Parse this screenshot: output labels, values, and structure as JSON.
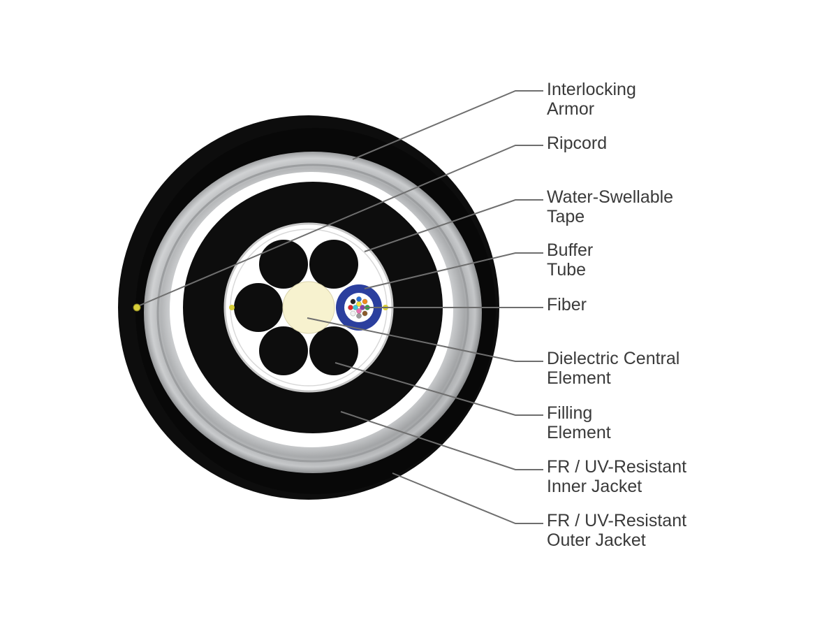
{
  "labels": {
    "interlocking_armor": [
      "Interlocking",
      "Armor"
    ],
    "ripcord": [
      "Ripcord"
    ],
    "water_swellable_tape": [
      "Water-Swellable",
      "Tape"
    ],
    "buffer_tube": [
      "Buffer",
      "Tube"
    ],
    "fiber": [
      "Fiber"
    ],
    "dielectric_central_element": [
      "Dielectric Central",
      "Element"
    ],
    "filling_element": [
      "Filling",
      "Element"
    ],
    "inner_jacket": [
      "FR / UV-Resistant",
      "Inner Jacket"
    ],
    "outer_jacket": [
      "FR / UV-Resistant",
      "Outer Jacket"
    ]
  },
  "colors": {
    "jacket": "#0d0d0d",
    "armor": "#b4b6b8",
    "tape": "#ffffff",
    "central_element": "#f7f2cf",
    "buffer_tube": "#2b3f9e",
    "ripcord": "#d8cf3a",
    "leader_line": "#6e6e6e",
    "text": "#3a3a3a"
  },
  "fiber_colors": [
    "#2a6fd6",
    "#f08a1c",
    "#2aa84a",
    "#8b5a2b",
    "#9a9a9a",
    "#f2f2f2",
    "#e0262b",
    "#222222",
    "#f2e33a",
    "#8b3fb0",
    "#e86fb0",
    "#3fc7d6"
  ]
}
